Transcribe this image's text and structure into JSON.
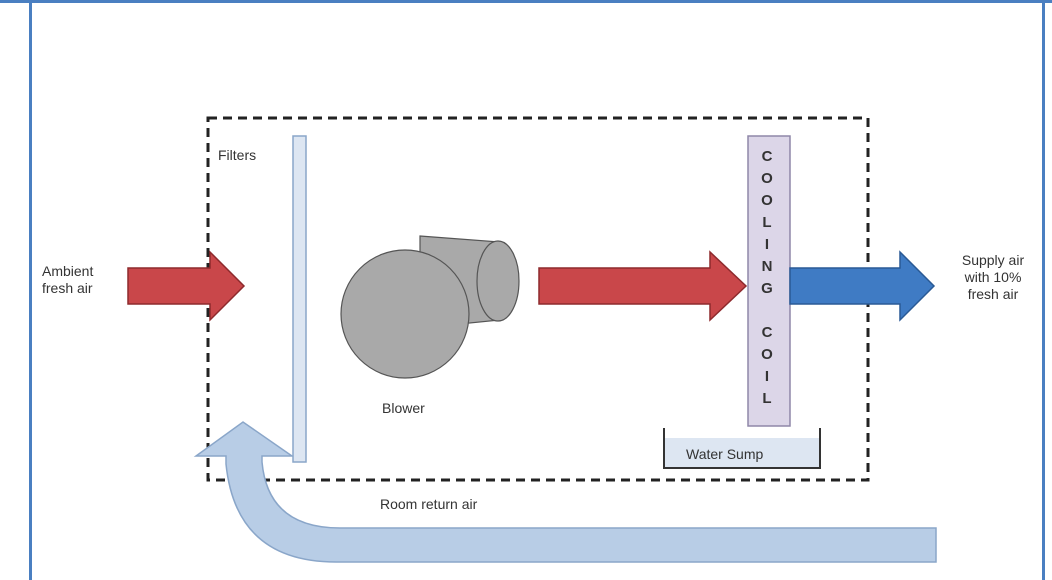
{
  "labels": {
    "ambient": "Ambient\nfresh air",
    "filters": "Filters",
    "blower": "Blower",
    "supply": "Supply air\nwith 10%\nfresh air",
    "water_sump": "Water Sump",
    "room_return": "Room return air"
  },
  "coil": {
    "letters": [
      "C",
      "O",
      "O",
      "L",
      "I",
      "N",
      "G",
      "",
      "C",
      "O",
      "I",
      "L"
    ]
  },
  "colors": {
    "frame": "#4a7fc1",
    "intake_arrow": "#c9474a",
    "supply_arrow": "#3f7bc4",
    "return_arrow": "#b8cde6",
    "blower": "#a9a9a9",
    "coil_fill": "#dcd6e8",
    "filter_fill": "#dde6f2"
  }
}
